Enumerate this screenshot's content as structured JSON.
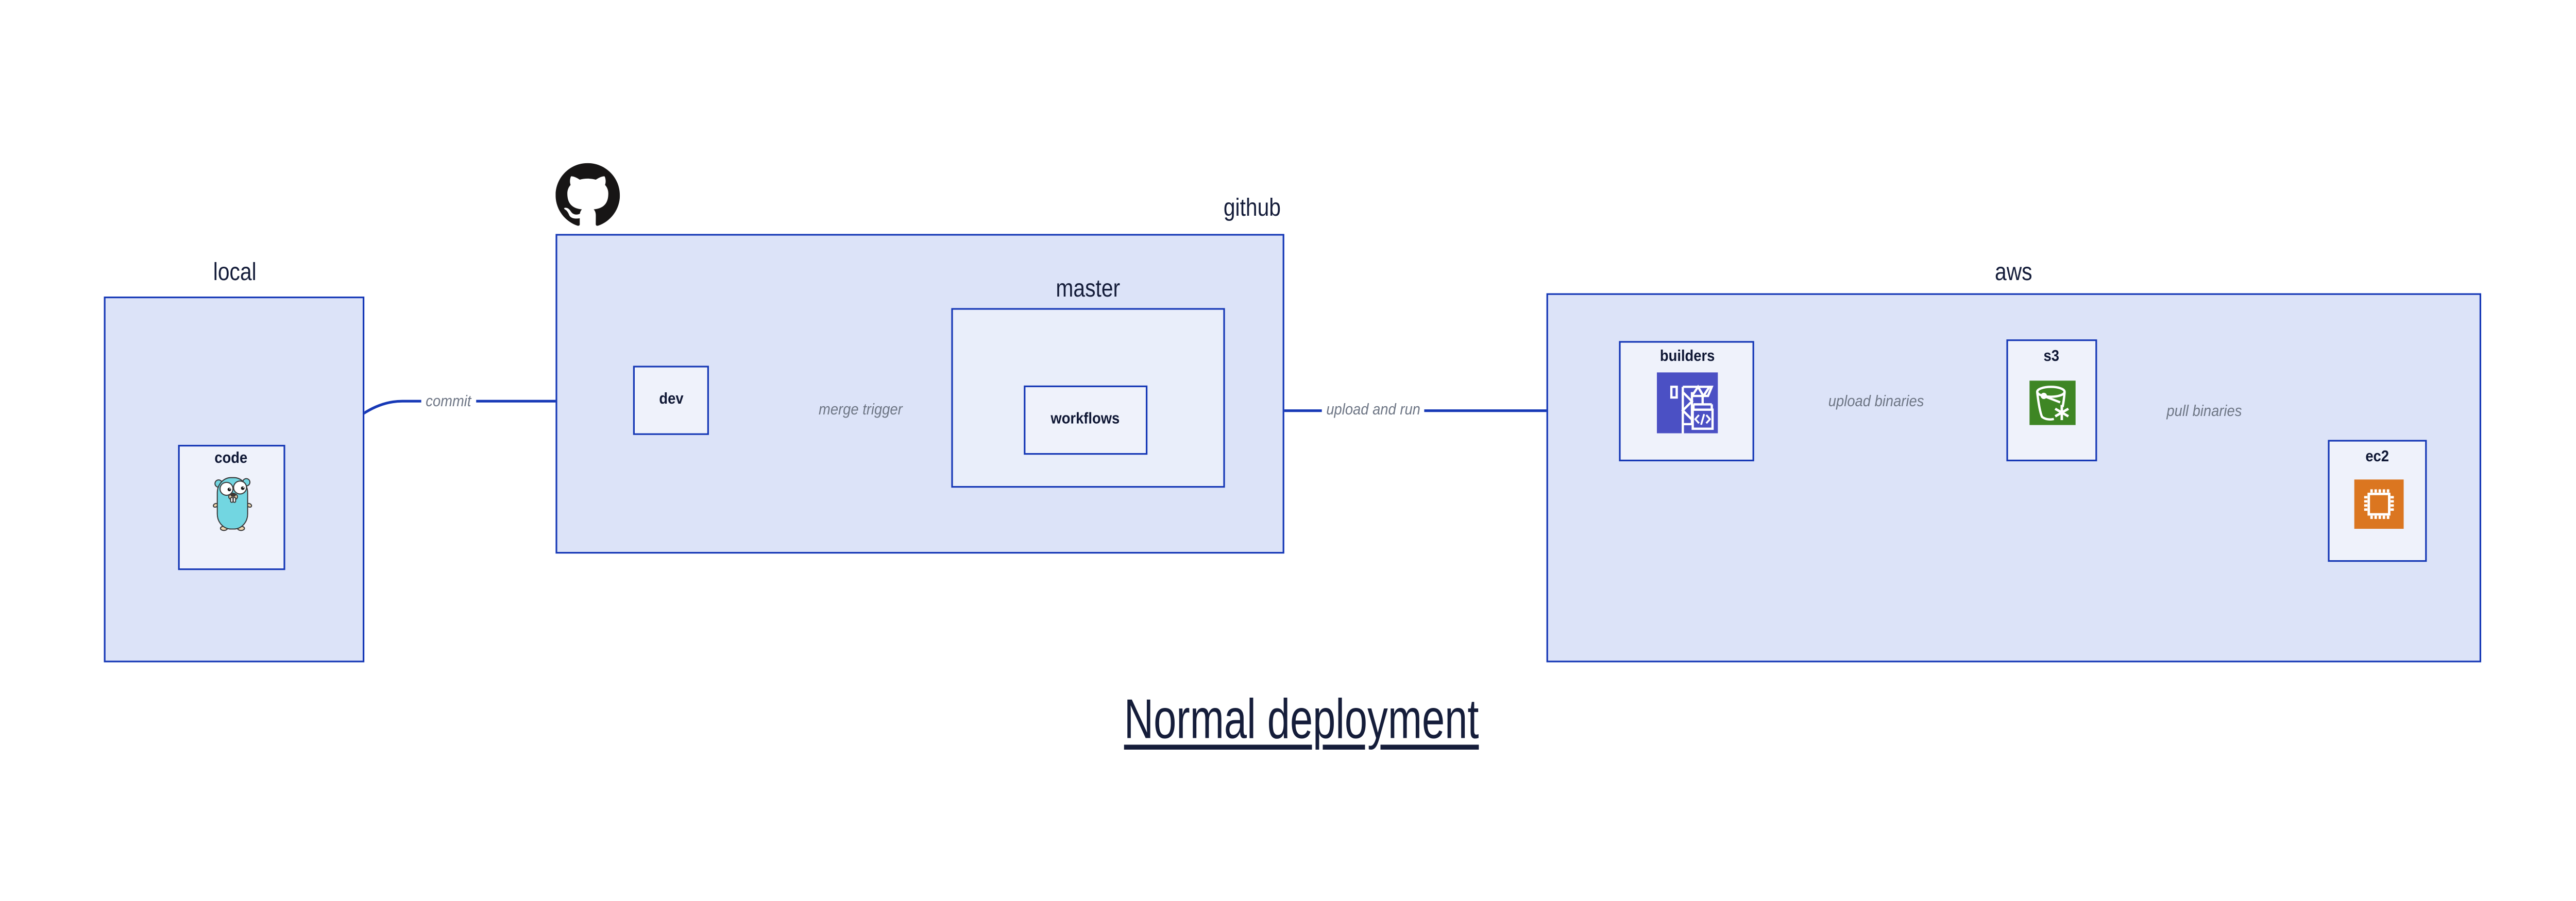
{
  "diagram": {
    "caption": "Normal deployment",
    "groups": {
      "local": {
        "title": "local"
      },
      "github": {
        "title": "github"
      },
      "master": {
        "title": "master"
      },
      "aws": {
        "title": "aws"
      }
    },
    "nodes": {
      "code": {
        "label": "code",
        "icon": "go-gopher"
      },
      "dev": {
        "label": "dev"
      },
      "workflows": {
        "label": "workflows"
      },
      "builders": {
        "label": "builders",
        "icon": "aws-codebuild-crane"
      },
      "s3": {
        "label": "s3",
        "icon": "aws-s3-bucket-snowflake"
      },
      "ec2": {
        "label": "ec2",
        "icon": "aws-ec2-chip"
      }
    },
    "edges": {
      "commit": {
        "label": "commit",
        "from": "code",
        "to": "dev"
      },
      "merge_trigger": {
        "label": "merge trigger",
        "from": "dev",
        "to": "workflows"
      },
      "upload_and_run": {
        "label": "upload and run",
        "from": "workflows",
        "to": "builders"
      },
      "upload_binaries": {
        "label": "upload binaries",
        "from": "builders",
        "to": "s3"
      },
      "pull_binaries": {
        "label": "pull binaries",
        "from": "s3",
        "to": "ec2"
      }
    },
    "logo": "github-octocat",
    "colors": {
      "group_fill": "#dce3f8",
      "master_fill": "#e9eefa",
      "node_fill": "#eff2fb",
      "border_blue": "#1638b6",
      "title_navy": "#151d3a",
      "label_navy": "#0f1734",
      "edge_gray": "#6e7685",
      "github_black": "#171515",
      "gopher_teal": "#72d6e1",
      "gopher_skin": "#f2d7ae",
      "codebuild_purple": "#4b50c4",
      "s3_green": "#3e8624",
      "ec2_orange": "#db7620"
    }
  }
}
